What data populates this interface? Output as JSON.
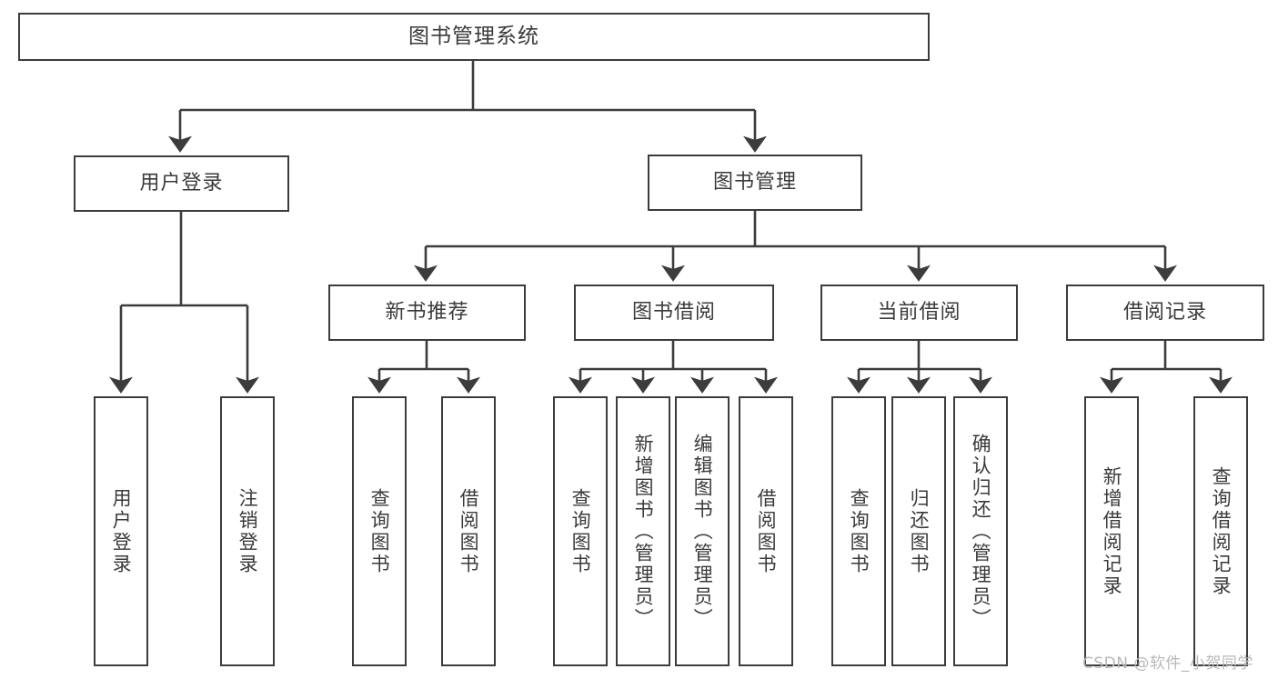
{
  "diagram": {
    "title": "图书管理系统",
    "type": "tree-hierarchy-chart",
    "accent_color": "#3c3c3c",
    "background_color": "#ffffff",
    "text_color": "#3a3a3a"
  },
  "nodes": {
    "root": {
      "label": "图书管理系统"
    },
    "level1": [
      {
        "label": "用户登录"
      },
      {
        "label": "图书管理"
      }
    ],
    "level2": [
      {
        "label": "新书推荐"
      },
      {
        "label": "图书借阅"
      },
      {
        "label": "当前借阅"
      },
      {
        "label": "借阅记录"
      }
    ],
    "leaves": {
      "user_login": [
        {
          "label": "用户登录"
        },
        {
          "label": "注销登录"
        }
      ],
      "new_book_recommend": [
        {
          "label": "查询图书"
        },
        {
          "label": "借阅图书"
        }
      ],
      "book_borrow": [
        {
          "label": "查询图书"
        },
        {
          "label": "新增图书（管理员）"
        },
        {
          "label": "编辑图书（管理员）"
        },
        {
          "label": "借阅图书"
        }
      ],
      "current_borrow": [
        {
          "label": "查询图书"
        },
        {
          "label": "归还图书"
        },
        {
          "label": "确认归还（管理员）"
        }
      ],
      "borrow_record": [
        {
          "label": "新增借阅记录"
        },
        {
          "label": "查询借阅记录"
        }
      ]
    }
  },
  "watermark": {
    "text": "CSDN @软件_小贺同学"
  }
}
